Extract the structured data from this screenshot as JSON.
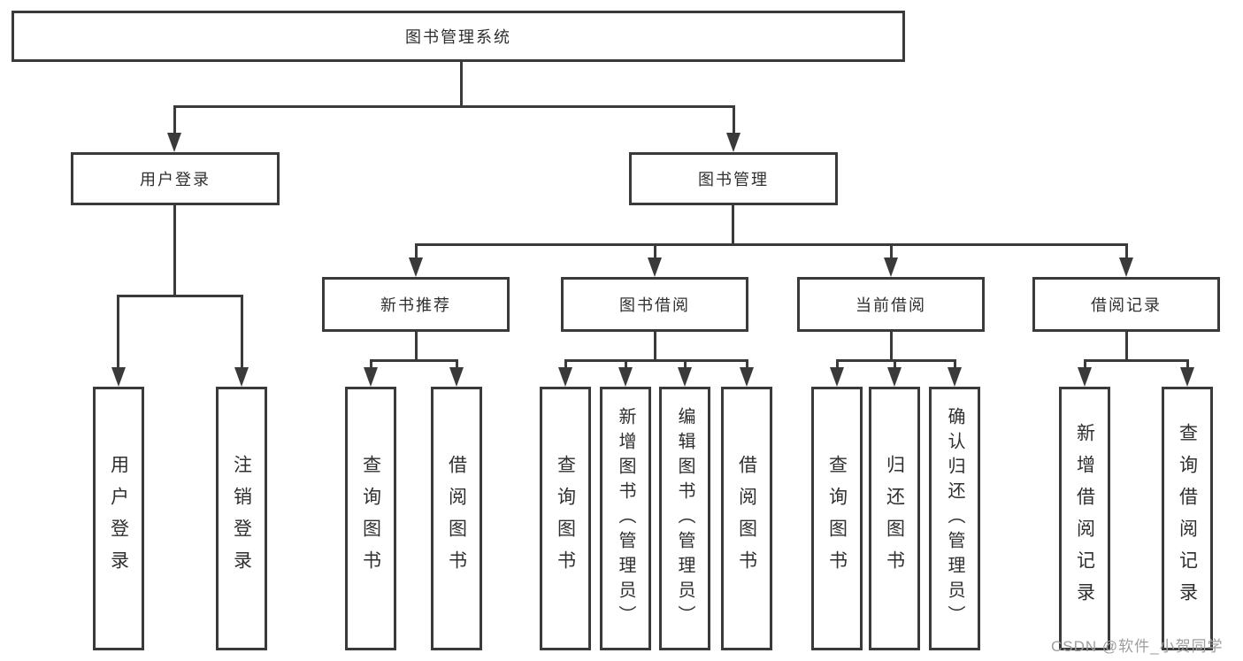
{
  "tree": {
    "label": "图书管理系统",
    "children": [
      {
        "label": "用户登录",
        "children": [
          {
            "label": "用户登录"
          },
          {
            "label": "注销登录"
          }
        ]
      },
      {
        "label": "图书管理",
        "children": [
          {
            "label": "新书推荐",
            "children": [
              {
                "label": "查询图书"
              },
              {
                "label": "借阅图书"
              }
            ]
          },
          {
            "label": "图书借阅",
            "children": [
              {
                "label": "查询图书"
              },
              {
                "label": "新增图书（管理员）"
              },
              {
                "label": "编辑图书（管理员）"
              },
              {
                "label": "借阅图书"
              }
            ]
          },
          {
            "label": "当前借阅",
            "children": [
              {
                "label": "查询图书"
              },
              {
                "label": "归还图书"
              },
              {
                "label": "确认归还（管理员）"
              }
            ]
          },
          {
            "label": "借阅记录",
            "children": [
              {
                "label": "新增借阅记录"
              },
              {
                "label": "查询借阅记录"
              }
            ]
          }
        ]
      }
    ]
  },
  "watermark": {
    "text": "CSDN @软件_小贺同学"
  },
  "colors": {
    "line": "#3a3a3a",
    "text": "#2f2f2f",
    "watermark": "#9e9e9e",
    "background": "#ffffff"
  }
}
